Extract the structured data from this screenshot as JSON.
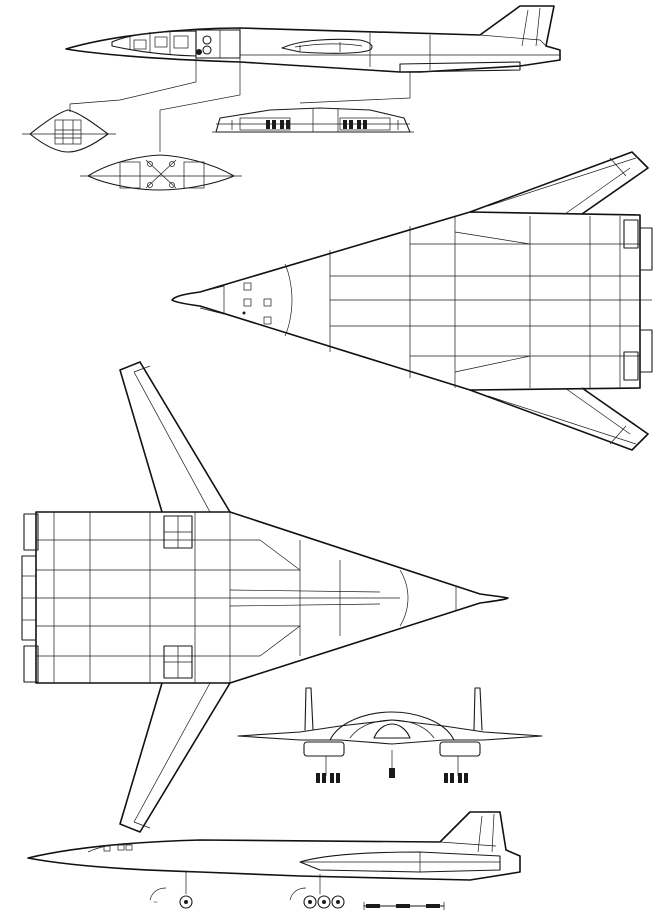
{
  "views": [
    "side-profile-top",
    "cross-sections",
    "top-view",
    "bottom-view",
    "front-view",
    "side-profile-bottom"
  ],
  "colors": {
    "ink": "#1a1a1a",
    "paper": "#ffffff"
  },
  "scale_bar": {
    "segments": 5
  }
}
